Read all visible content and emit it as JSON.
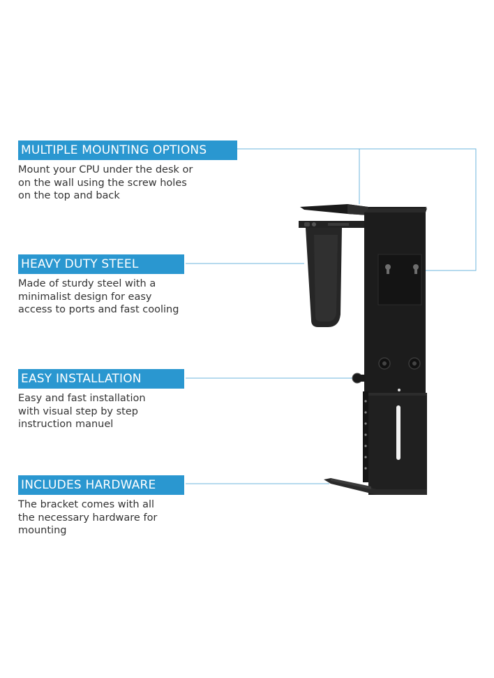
{
  "accent_color": "#2a97d0",
  "features": [
    {
      "title": "MULTIPLE MOUNTING OPTIONS",
      "description": "Mount your CPU under the desk or\non the wall using the screw holes\non the top and back"
    },
    {
      "title": "HEAVY DUTY STEEL",
      "description": "Made of sturdy steel with a\nminimalist design for easy\naccess to ports and fast cooling"
    },
    {
      "title": "EASY INSTALLATION",
      "description": "Easy and fast installation\nwith visual step by step\ninstruction manuel"
    },
    {
      "title": "INCLUDES HARDWARE",
      "description": "The bracket comes with all\nthe necessary hardware for\nmounting"
    }
  ],
  "product_image": "black steel under-desk CPU mount bracket"
}
